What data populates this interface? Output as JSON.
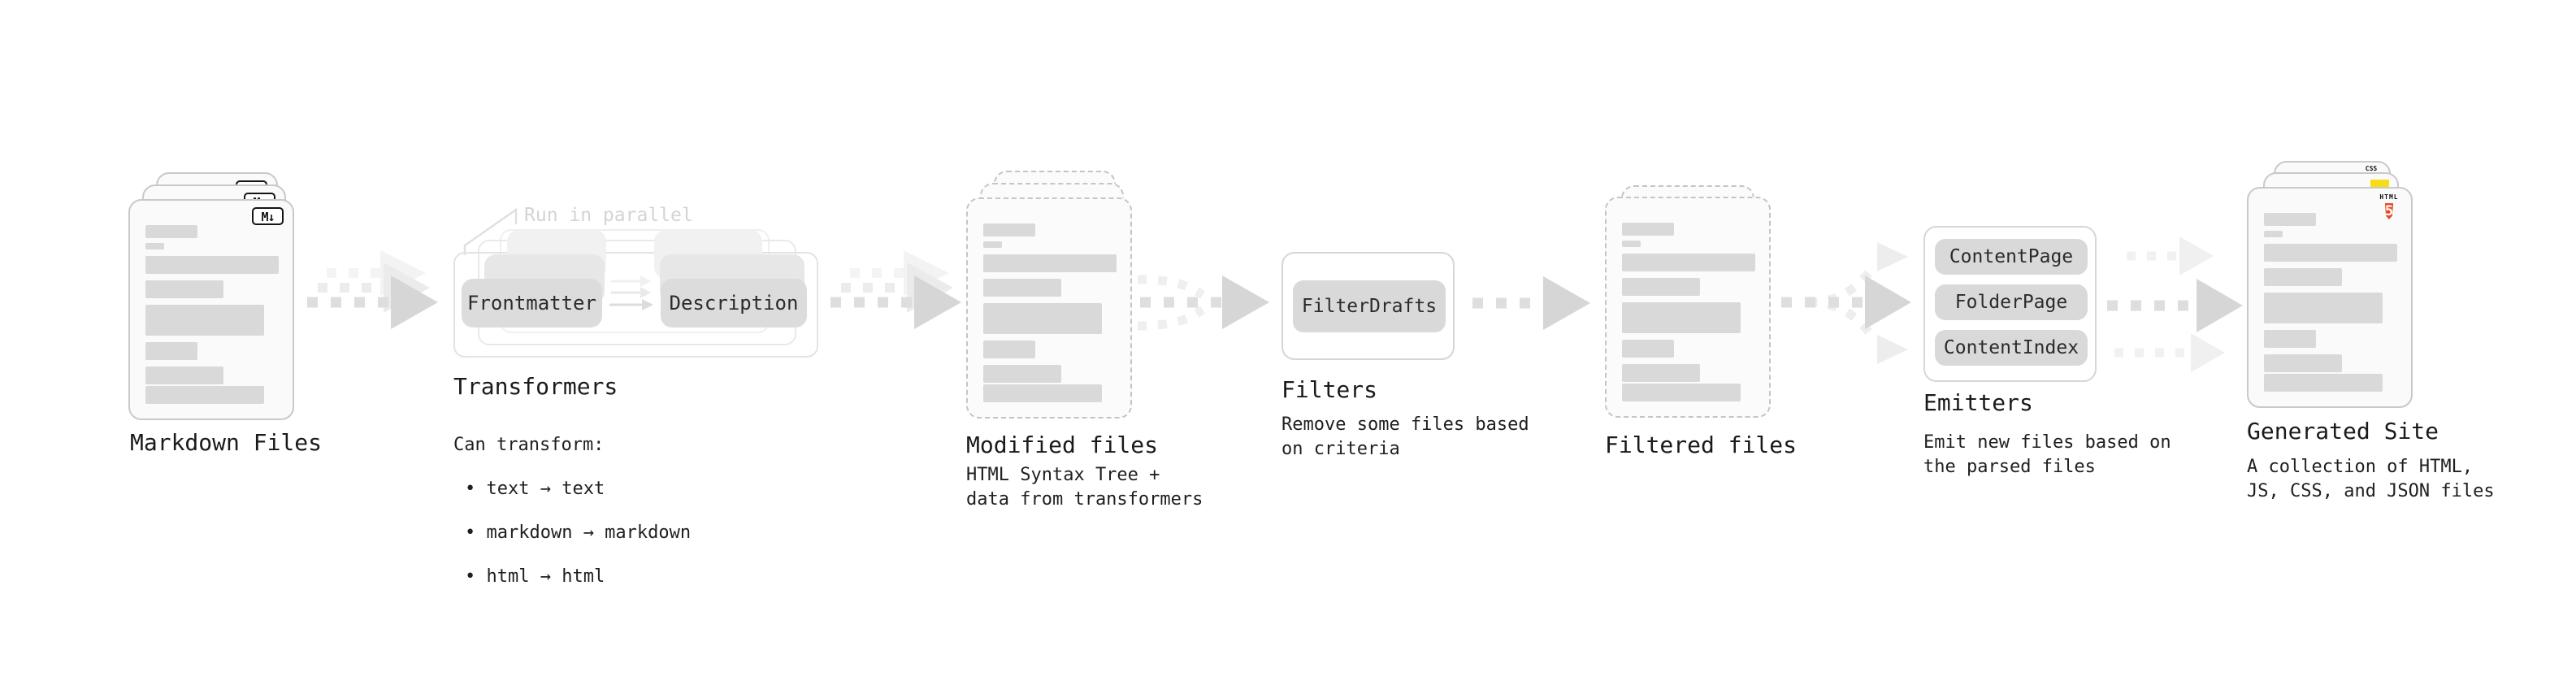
{
  "markdown_files": {
    "title": "Markdown Files",
    "badge_label": "M↓"
  },
  "transformers": {
    "title": "Transformers",
    "annotation": "Run in parallel",
    "left_box": "Frontmatter",
    "right_box": "Description",
    "caption_heading": "Can transform:",
    "bullets": [
      "• text → text",
      "• markdown → markdown",
      "• html → html"
    ]
  },
  "modified_files": {
    "title": "Modified files",
    "caption": "HTML Syntax Tree +\ndata from transformers"
  },
  "filters": {
    "title": "Filters",
    "box": "FilterDrafts",
    "caption": "Remove some files based\non criteria"
  },
  "filtered_files": {
    "title": "Filtered files"
  },
  "emitters": {
    "title": "Emitters",
    "boxes": [
      "ContentPage",
      "FolderPage",
      "ContentIndex"
    ],
    "caption": "Emit new files based on\nthe parsed files"
  },
  "generated_site": {
    "title": "Generated Site",
    "caption": "A collection of HTML,\nJS, CSS, and JSON files",
    "css_badge": "CSS",
    "html_badge": "HTML",
    "html_badge_number": "5"
  },
  "colors": {
    "css_blue": "#2965f1",
    "js_yellow": "#f5de19",
    "html_orange": "#e44d26",
    "bar_gray": "#d9d9d9",
    "arrow_gray": "#d6d6d6"
  }
}
